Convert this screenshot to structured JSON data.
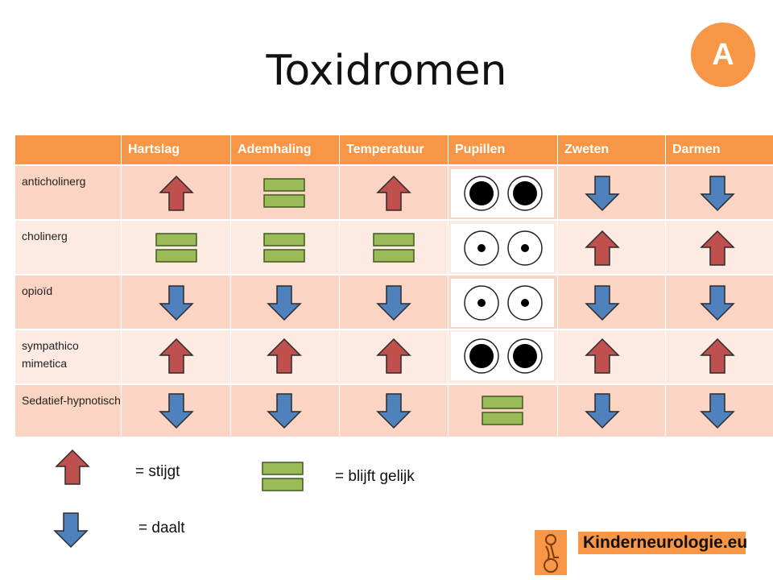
{
  "title": "Toxidromen",
  "badge": "A",
  "colors": {
    "header": "#F79646",
    "row_dark": "#FBD4C4",
    "row_light": "#FDEAE3",
    "up_arrow": "#C0504D",
    "down_arrow": "#4F81BD",
    "equal_bar": "#9BBB59"
  },
  "table": {
    "headers": [
      "",
      "Hartslag",
      "Ademhaling",
      "Temperatuur",
      "Pupillen",
      "Zweten",
      "Darmen"
    ],
    "rows": [
      {
        "label": "anticholinerg",
        "values": [
          "up",
          "equal",
          "up",
          "pupils-wide",
          "down",
          "down"
        ]
      },
      {
        "label": "cholinerg",
        "values": [
          "equal",
          "equal",
          "equal",
          "pupils-small",
          "up",
          "up"
        ]
      },
      {
        "label": "opioïd",
        "values": [
          "down",
          "down",
          "down",
          "pupils-small",
          "down",
          "down"
        ]
      },
      {
        "label": "sympathico mimetica",
        "values": [
          "up",
          "up",
          "up",
          "pupils-wide",
          "up",
          "up"
        ]
      },
      {
        "label": "Sedatief-hypnotisch",
        "values": [
          "down",
          "down",
          "down",
          "equal",
          "down",
          "down"
        ]
      }
    ]
  },
  "legend": {
    "up": "= stijgt",
    "down": "= daalt",
    "equal": "= blijft gelijk"
  },
  "logo": {
    "text": "Kinderneurologie.eu",
    "icon": "child-wheelchair-icon"
  }
}
